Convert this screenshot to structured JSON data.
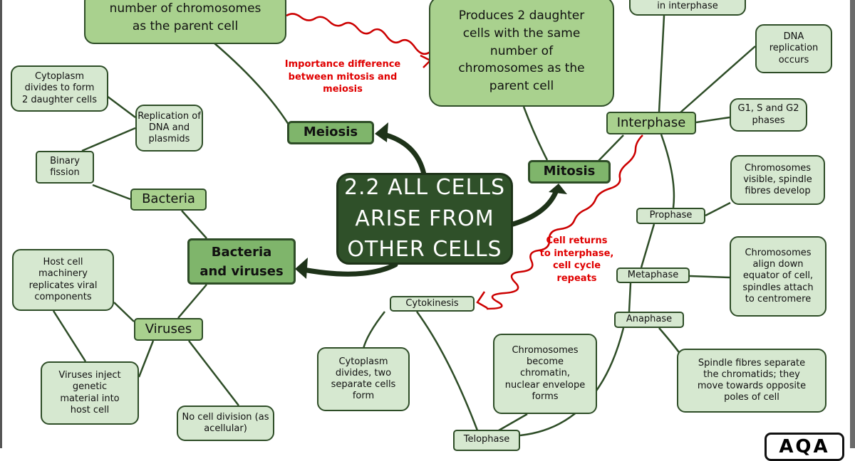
{
  "center": {
    "lines": [
      "2.2 ALL CELLS",
      "ARISE FROM",
      "OTHER CELLS"
    ]
  },
  "branches": {
    "meiosis": "Meiosis",
    "mitosis": "Mitosis",
    "bacteria_viruses": [
      "Bacteria",
      "and viruses"
    ],
    "bacteria": "Bacteria",
    "viruses": "Viruses",
    "interphase": "Interphase"
  },
  "meiosis_note": [
    "number of chromosomes",
    "as the parent cell"
  ],
  "mitosis_note": [
    "Produces 2 daughter",
    "cells with the same",
    "number of",
    "chromosomes as the",
    "parent cell"
  ],
  "interphase_notes": {
    "top": "in interphase",
    "dna": [
      "DNA",
      "replication",
      "occurs"
    ],
    "phases": [
      "G1, S and G2",
      "phases"
    ]
  },
  "phases": {
    "prophase": "Prophase",
    "prophase_note": [
      "Chromosomes",
      "visible, spindle",
      "fibres develop"
    ],
    "metaphase": "Metaphase",
    "metaphase_note": [
      "Chromosomes",
      "align down",
      "equator of cell,",
      "spindles attach",
      "to centromere"
    ],
    "anaphase": "Anaphase",
    "anaphase_note": [
      "Spindle fibres separate",
      "the chromatids; they",
      "move towards opposite",
      "poles of cell"
    ],
    "telophase": "Telophase",
    "telophase_note": [
      "Chromosomes",
      "become",
      "chromatin,",
      "nuclear envelope",
      "forms"
    ],
    "cytokinesis": "Cytokinesis",
    "cytokinesis_note": [
      "Cytoplasm",
      "divides, two",
      "separate cells",
      "form"
    ]
  },
  "bacteria_notes": {
    "cytoplasm": [
      "Cytoplasm",
      "divides to form",
      "2 daughter cells"
    ],
    "replication": [
      "Replication of",
      "DNA and",
      "plasmids"
    ],
    "binary": [
      "Binary",
      "fission"
    ]
  },
  "virus_notes": {
    "host": [
      "Host cell",
      "machinery",
      "replicates viral",
      "components"
    ],
    "inject": [
      "Viruses inject",
      "genetic",
      "material into",
      "host cell"
    ],
    "nodivision": [
      "No cell division (as",
      "acellular)"
    ]
  },
  "annotations": {
    "importance": [
      "Importance difference",
      "between mitosis and",
      "meiosis"
    ],
    "cycle": [
      "Cell returns",
      "to interphase,",
      "cell cycle",
      "repeats"
    ]
  },
  "logo": "AQA",
  "colors": {
    "center": "#2f5029",
    "branch": "#7fb56b",
    "sub": "#a9d18e",
    "leaf": "#d6e8d0",
    "annotation": "#e00000"
  }
}
